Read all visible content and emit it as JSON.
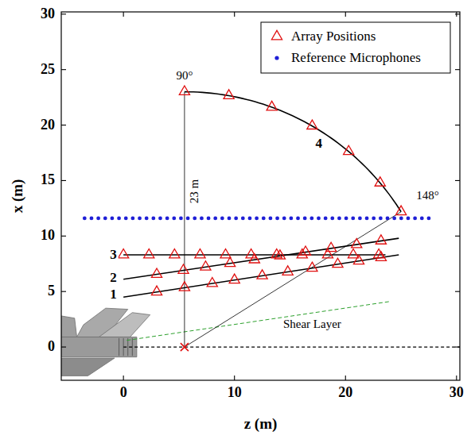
{
  "diagram": {
    "labels": [
      "30",
      "25",
      "20",
      "15",
      "10",
      "5",
      "0",
      "0",
      "10",
      "20",
      "30",
      "x (m)",
      "z (m)",
      "90°",
      "23 m",
      "148°",
      "3",
      "2",
      "1",
      "4",
      "Shear Layer"
    ],
    "legend": [
      {
        "text": "Array Positions"
      },
      {
        "text": "Reference Microphones"
      }
    ]
  }
}
